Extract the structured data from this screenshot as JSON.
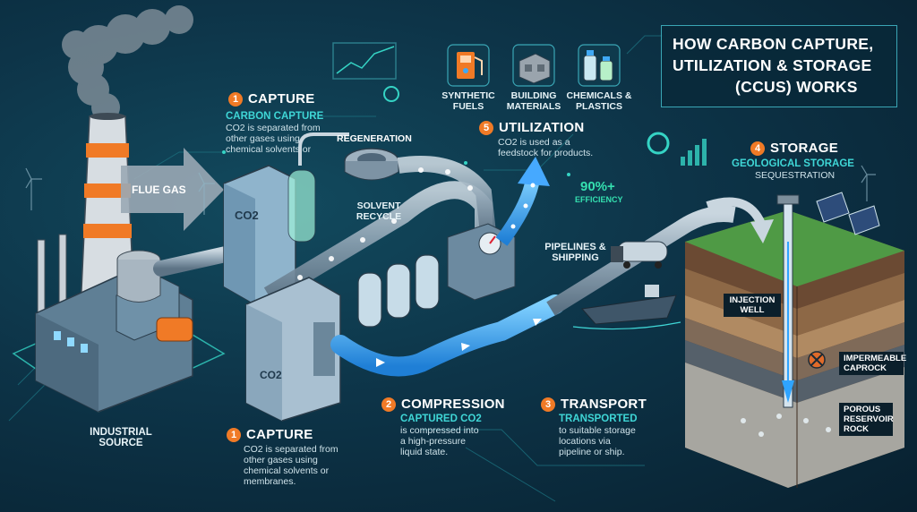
{
  "title": {
    "line1": "HOW CARBON CAPTURE,",
    "line2": "UTILIZATION & STORAGE",
    "line3": "(CCUS) WORKS"
  },
  "labels": {
    "flue_gas": "FLUE GAS",
    "industrial_source": "INDUSTRIAL SOURCE",
    "regeneration": "REGENERATION",
    "solvent_recycle": "SOLVENT RECYCLE",
    "pipelines_shipping": "PIPELINES & SHIPPING",
    "efficiency_value": "90%+",
    "efficiency_label": "EFFICIENCY",
    "co2_tank": "CO2",
    "co2_unit": "CO2"
  },
  "capture_top": {
    "number": "1",
    "title": "CAPTURE",
    "subtitle": "CARBON CAPTURE",
    "description": "CO2 is separated from other gases using chemical solvents or"
  },
  "capture_bottom": {
    "number": "1",
    "title": "CAPTURE",
    "description": "CO2 is separated from other gases using chemical solvents or membranes."
  },
  "compression": {
    "number": "2",
    "title": "COMPRESSION",
    "subtitle": "CAPTURED CO2",
    "description": "is compressed into a high-pressure liquid state."
  },
  "transport": {
    "number": "3",
    "title": "TRANSPORT",
    "subtitle": "TRANSPORTED",
    "description": "to suitable storage locations via pipeline or ship."
  },
  "storage": {
    "number": "4",
    "title": "STORAGE",
    "subtitle": "GEOLOGICAL STORAGE",
    "description": "SEQUESTRATION"
  },
  "utilization": {
    "number": "5",
    "title": "UTILIZATION",
    "description": "CO2 is used as a feedstock for products."
  },
  "products": [
    {
      "label": "SYNTHETIC FUELS",
      "icon": "fuel-pump-icon"
    },
    {
      "label": "BUILDING MATERIALS",
      "icon": "concrete-block-icon"
    },
    {
      "label": "CHEMICALS & PLASTICS",
      "icon": "chemical-bottles-icon"
    }
  ],
  "geology": {
    "injection_well": "INJECTION WELL",
    "caprock": "IMPERMEABLE CAPROCK",
    "reservoir": "POROUS RESERVOIR ROCK"
  },
  "colors": {
    "accent_orange": "#f07a26",
    "accent_teal": "#3fd6d6",
    "co2_flow": "#3fa9f5"
  }
}
